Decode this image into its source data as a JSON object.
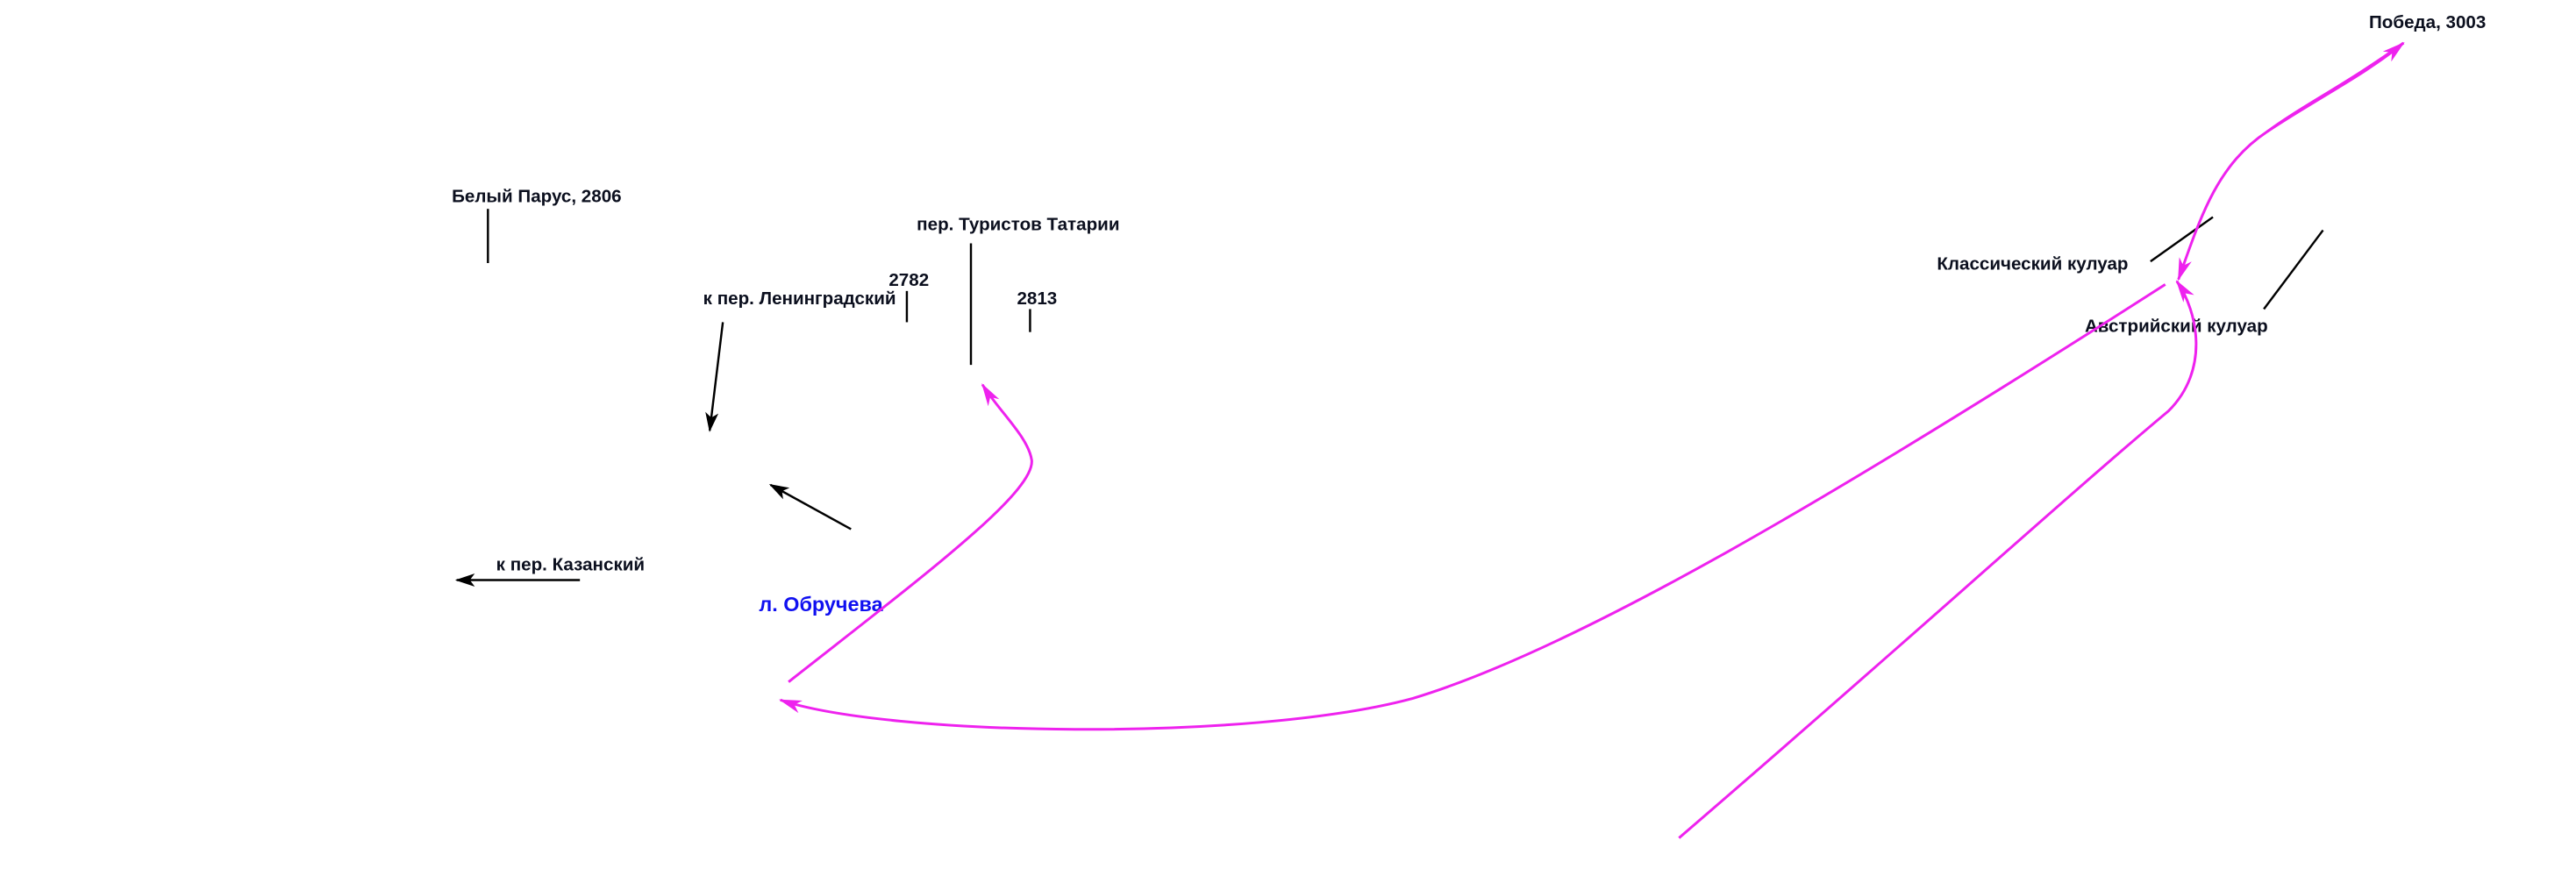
{
  "labels": {
    "bely_parus": "Белый Парус, 2806",
    "turistov_tatarii": "пер. Туристов Татарии",
    "peak_2782": "2782",
    "to_leningradsky": "к пер. Ленинградский",
    "peak_2813": "2813",
    "to_kazansky": "к пер. Казанский",
    "glacier": "л. Обручева",
    "classic_couloir": "Классический кулуар",
    "austrian_couloir": "Австрийский кулуар",
    "pobeda": "Победа, 3003"
  },
  "colors": {
    "route": "#ee22ee",
    "glacier_label": "#1010f0",
    "pointer": "#000000"
  }
}
